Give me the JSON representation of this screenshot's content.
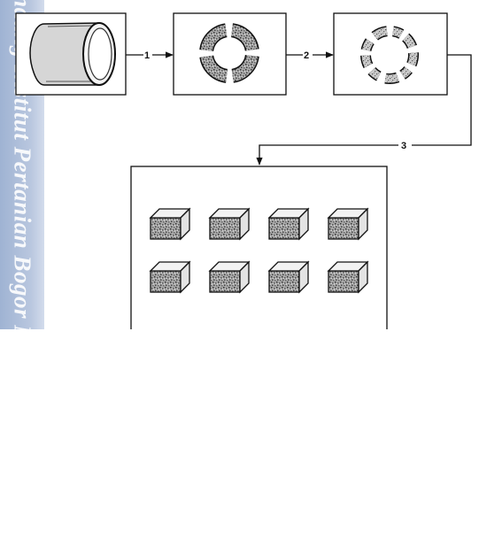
{
  "watermark": {
    "text": "Hak Cipta Dilindungi Undang-Undang Institut Pertanian Bogor Milik IPB University"
  },
  "diagram": {
    "steps": [
      {
        "id": "1",
        "label": "1"
      },
      {
        "id": "2",
        "label": "2"
      },
      {
        "id": "3",
        "label": "3"
      }
    ],
    "nodes": [
      {
        "id": "cylinder-sample",
        "icon": "cylinder-icon"
      },
      {
        "id": "segmented-ring",
        "icon": "segmented-ring-icon"
      },
      {
        "id": "fragmented-ring",
        "icon": "fragmented-ring-icon"
      },
      {
        "id": "cube-samples",
        "icon": "cube-icon",
        "count": 8
      }
    ]
  },
  "colors": {
    "line": "#111111",
    "watermark": "#a8bad6"
  }
}
